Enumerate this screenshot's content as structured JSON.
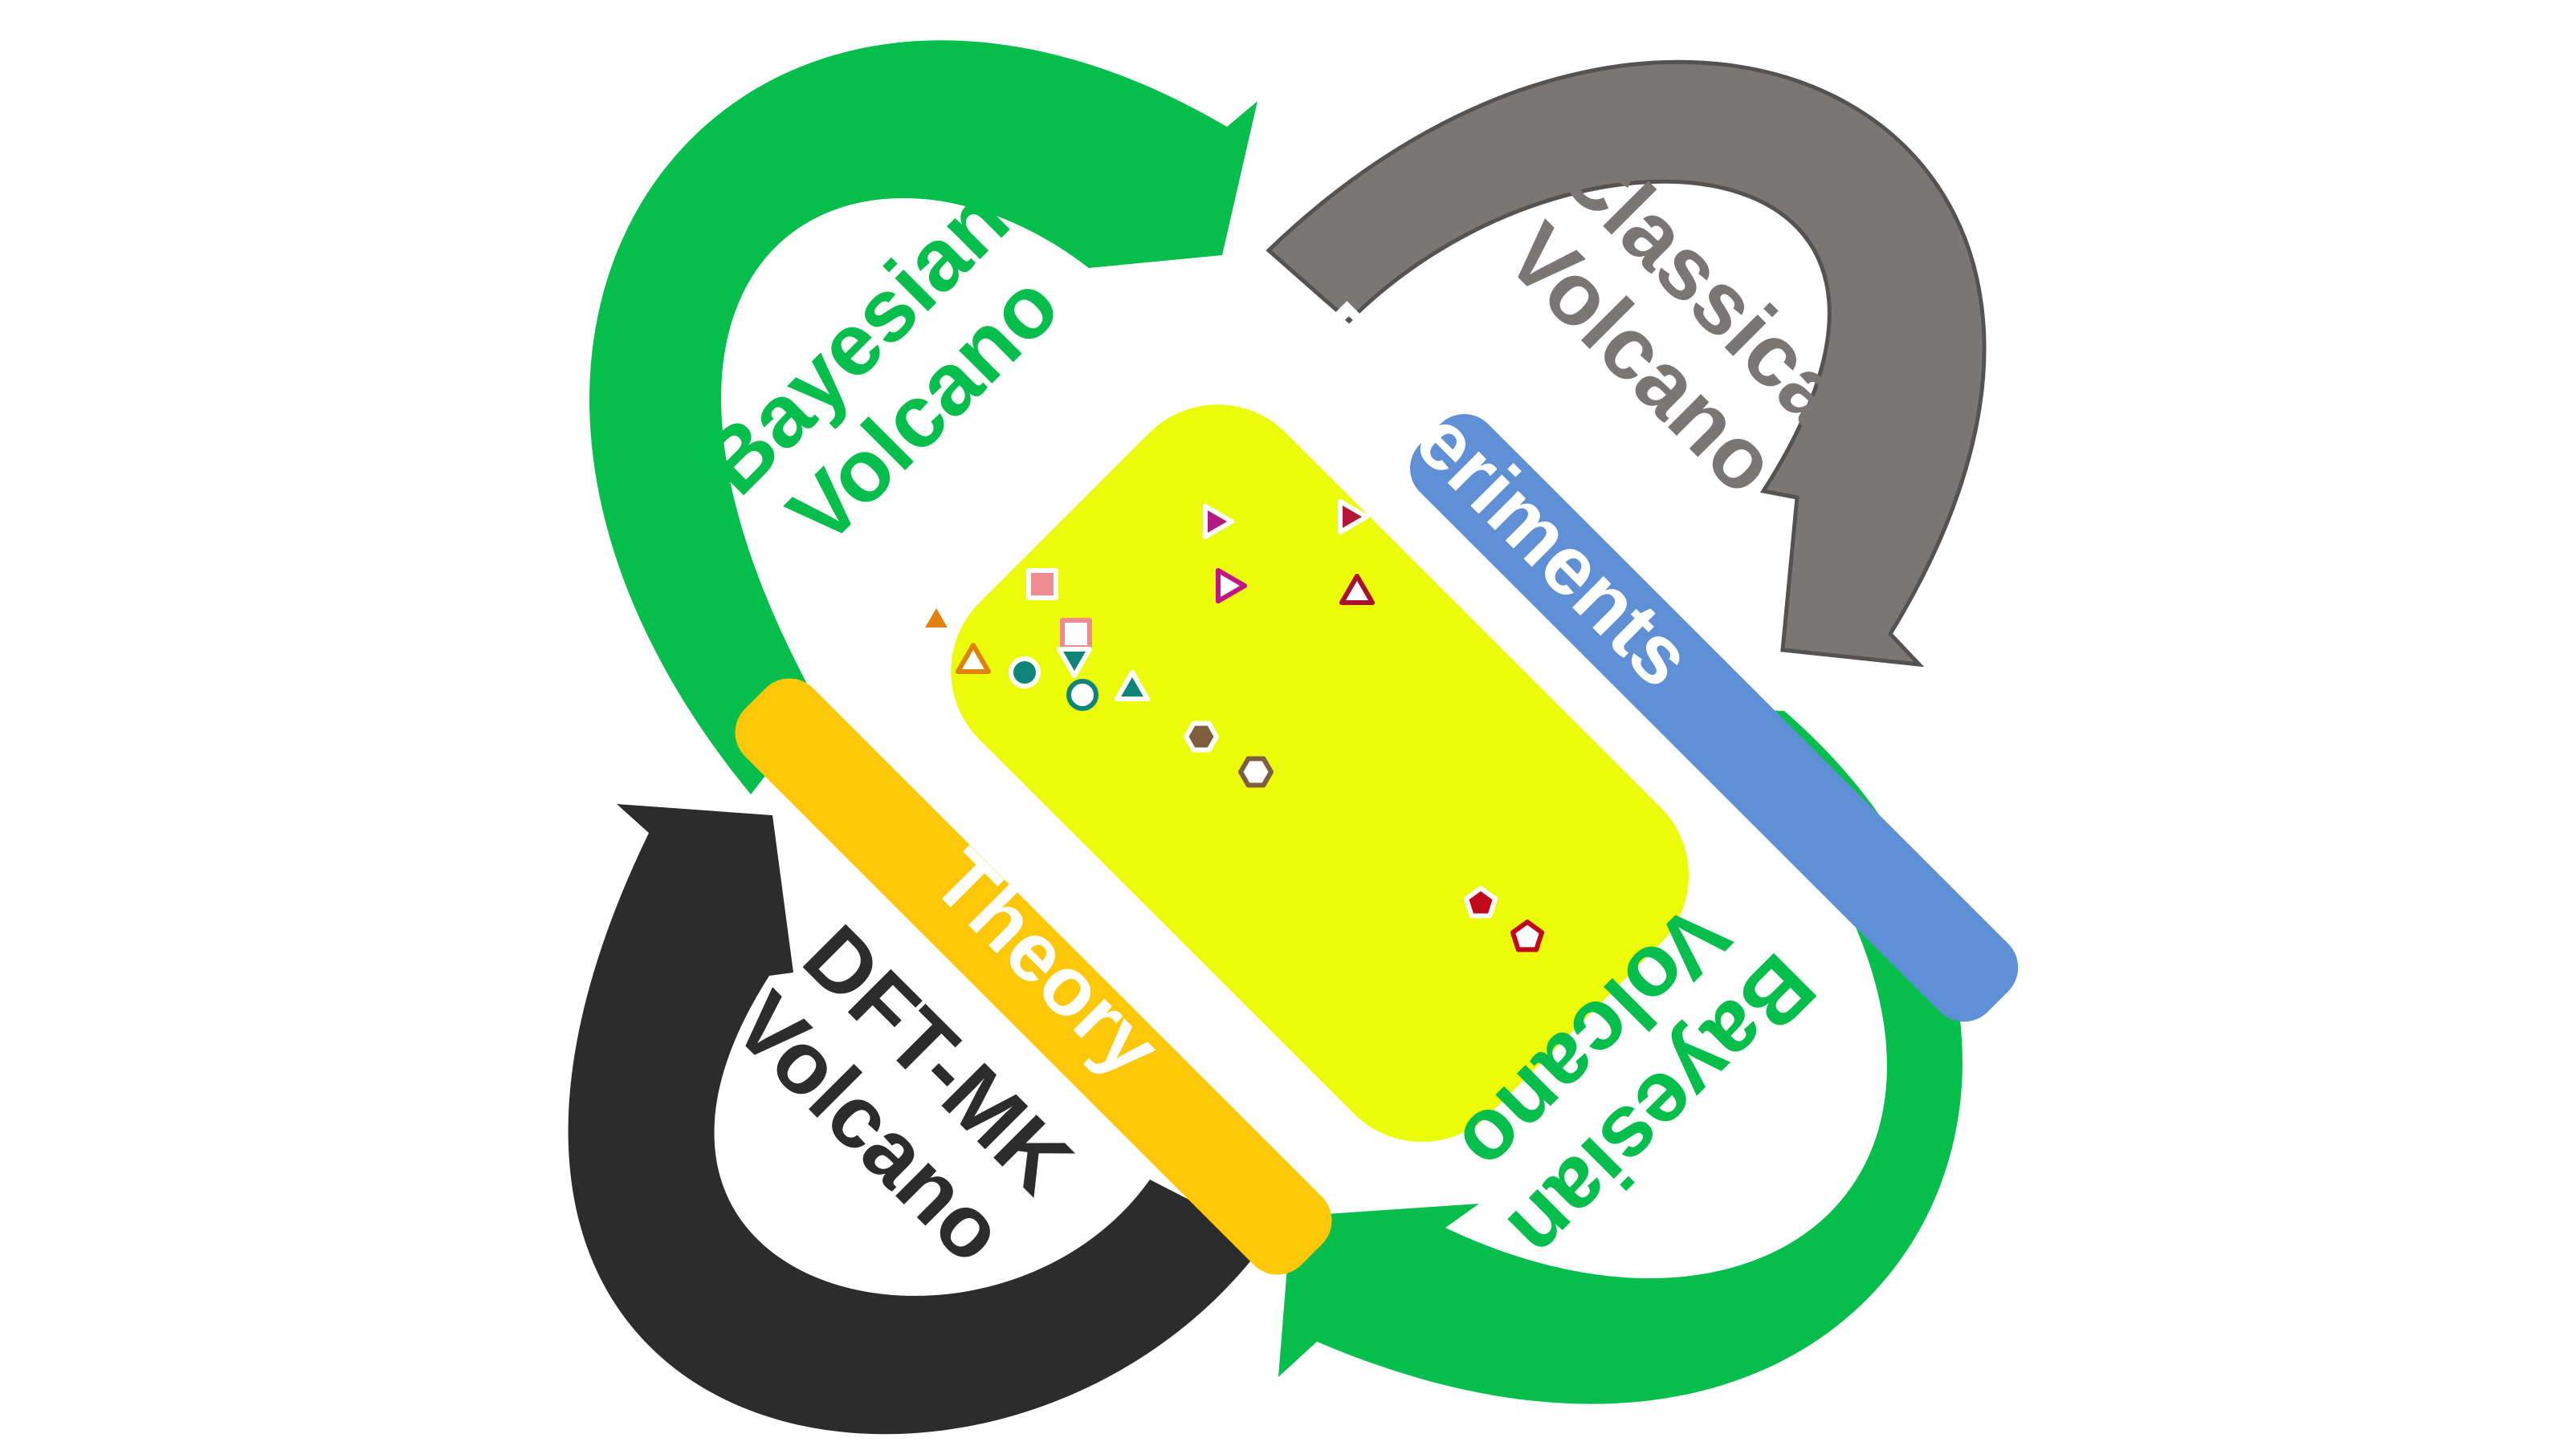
{
  "loops": {
    "bayesian_top": {
      "line1": "Bayesian",
      "line2": "Volcano",
      "color": "#05BE4B"
    },
    "classical": {
      "line1": "Classical",
      "line2": "Volcano",
      "color": "#7A7676"
    },
    "dft_mk": {
      "line1": "DFT-MK",
      "line2": "Volcano",
      "color": "#2D2C2C"
    },
    "bayesian_bottom": {
      "line1": "Bayesian",
      "line2": "Volcano",
      "color": "#05BE4B"
    }
  },
  "bands": {
    "experiments": {
      "label": "Experiments",
      "color": "#5F8FD4"
    },
    "theory": {
      "label": "Theory",
      "color": "#FDC70A"
    }
  },
  "heatmap": {
    "gradient": [
      "#ECFB0A",
      "#4CC56A",
      "#0C9492",
      "#3A4A98",
      "#4E0A86",
      "#510059"
    ]
  },
  "markers": [
    {
      "shape": "triangle-right",
      "fill": "#B5187F",
      "edge": "#ffffff"
    },
    {
      "shape": "triangle-right",
      "fill": "#B51437",
      "edge": "#ffffff"
    },
    {
      "shape": "triangle-right",
      "fill": "#ffffff",
      "edge": "#C01487"
    },
    {
      "shape": "triangle-up",
      "fill": "#ffffff",
      "edge": "#A9122E"
    },
    {
      "shape": "square",
      "fill": "#EE8C92",
      "edge": "#ffffff"
    },
    {
      "shape": "square",
      "fill": "#ffffff",
      "edge": "#EE8C92"
    },
    {
      "shape": "triangle-up",
      "fill": "#E0820C",
      "edge": "#ffffff"
    },
    {
      "shape": "triangle-up",
      "fill": "#ffffff",
      "edge": "#E0820C"
    },
    {
      "shape": "circle",
      "fill": "#0E8578",
      "edge": "#ffffff"
    },
    {
      "shape": "triangle-down",
      "fill": "#0E8578",
      "edge": "#ffffff"
    },
    {
      "shape": "circle",
      "fill": "#ffffff",
      "edge": "#0E8578"
    },
    {
      "shape": "triangle-up",
      "fill": "#0E8578",
      "edge": "#ffffff"
    },
    {
      "shape": "hexagon",
      "fill": "#7E5E3E",
      "edge": "#ffffff"
    },
    {
      "shape": "hexagon",
      "fill": "#ffffff",
      "edge": "#7E5E3E"
    },
    {
      "shape": "pentagon",
      "fill": "#C00A1A",
      "edge": "#ffffff"
    },
    {
      "shape": "pentagon",
      "fill": "#ffffff",
      "edge": "#C00A1A"
    }
  ]
}
